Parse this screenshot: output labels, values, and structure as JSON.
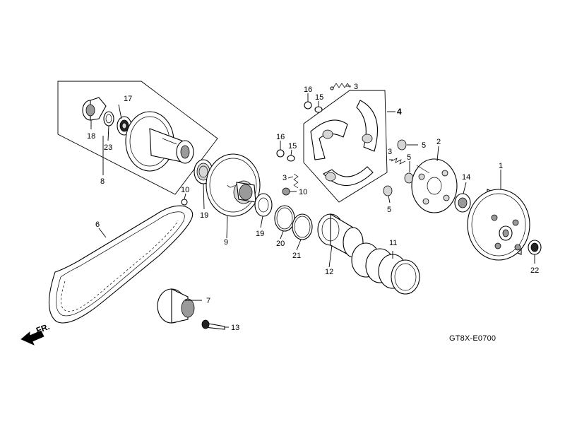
{
  "diagram": {
    "code": "GT8X-E0700",
    "front_marker": "FR.",
    "callouts": [
      {
        "id": "c1",
        "text": "1"
      },
      {
        "id": "c2",
        "text": "2"
      },
      {
        "id": "c3a",
        "text": "3"
      },
      {
        "id": "c3b",
        "text": "3"
      },
      {
        "id": "c3c",
        "text": "3"
      },
      {
        "id": "c4",
        "text": "4"
      },
      {
        "id": "c5a",
        "text": "5"
      },
      {
        "id": "c5b",
        "text": "5"
      },
      {
        "id": "c5c",
        "text": "5"
      },
      {
        "id": "c6",
        "text": "6"
      },
      {
        "id": "c7",
        "text": "7"
      },
      {
        "id": "c8",
        "text": "8"
      },
      {
        "id": "c9",
        "text": "9"
      },
      {
        "id": "c10a",
        "text": "10"
      },
      {
        "id": "c10b",
        "text": "10"
      },
      {
        "id": "c11",
        "text": "11"
      },
      {
        "id": "c12",
        "text": "12"
      },
      {
        "id": "c13",
        "text": "13"
      },
      {
        "id": "c14",
        "text": "14"
      },
      {
        "id": "c15a",
        "text": "15"
      },
      {
        "id": "c15b",
        "text": "15"
      },
      {
        "id": "c16a",
        "text": "16"
      },
      {
        "id": "c16b",
        "text": "16"
      },
      {
        "id": "c17",
        "text": "17"
      },
      {
        "id": "c18",
        "text": "18"
      },
      {
        "id": "c19a",
        "text": "19"
      },
      {
        "id": "c19b",
        "text": "19"
      },
      {
        "id": "c20",
        "text": "20"
      },
      {
        "id": "c21",
        "text": "21"
      },
      {
        "id": "c22",
        "text": "22"
      },
      {
        "id": "c23",
        "text": "23"
      }
    ]
  }
}
